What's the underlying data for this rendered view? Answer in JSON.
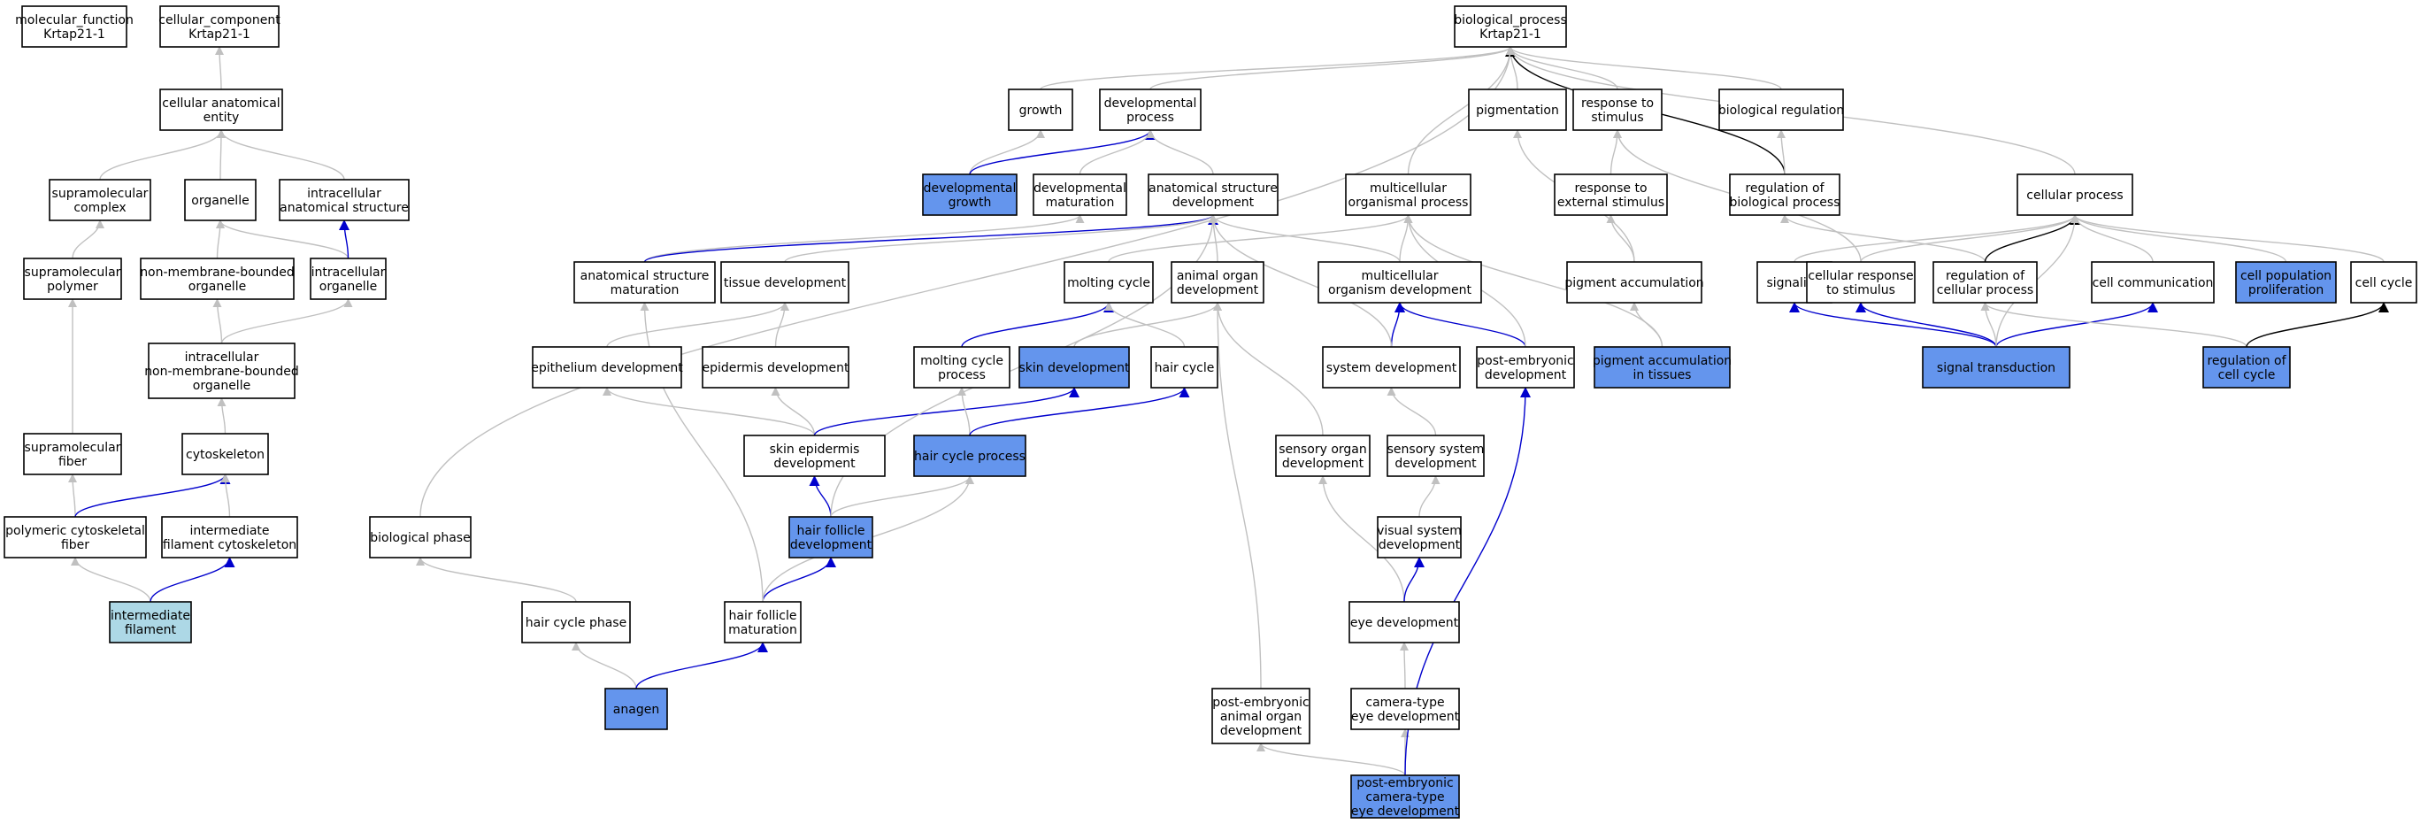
{
  "colors": {
    "plain": "#ffffff",
    "highlight": "#6495ed",
    "light": "#add8e6",
    "edge_gray": "#c0c0c0",
    "edge_blue": "#0000cd",
    "edge_black": "#000000"
  },
  "nodes": [
    {
      "id": "mf",
      "lines": [
        "molecular_function",
        "Krtap21-1"
      ],
      "fill": "plain"
    },
    {
      "id": "cc",
      "lines": [
        "cellular_component",
        "Krtap21-1"
      ],
      "fill": "plain"
    },
    {
      "id": "bp",
      "lines": [
        "biological_process",
        "Krtap21-1"
      ],
      "fill": "plain"
    },
    {
      "id": "cae",
      "lines": [
        "cellular anatomical",
        "entity"
      ],
      "fill": "plain"
    },
    {
      "id": "smc",
      "lines": [
        "supramolecular",
        "complex"
      ],
      "fill": "plain"
    },
    {
      "id": "org",
      "lines": [
        "organelle"
      ],
      "fill": "plain"
    },
    {
      "id": "ias",
      "lines": [
        "intracellular",
        "anatomical structure"
      ],
      "fill": "plain"
    },
    {
      "id": "smp",
      "lines": [
        "supramolecular",
        "polymer"
      ],
      "fill": "plain"
    },
    {
      "id": "nmbo",
      "lines": [
        "non-membrane-bounded",
        "organelle"
      ],
      "fill": "plain"
    },
    {
      "id": "io",
      "lines": [
        "intracellular",
        "organelle"
      ],
      "fill": "plain"
    },
    {
      "id": "inmbo",
      "lines": [
        "intracellular",
        "non-membrane-bounded",
        "organelle"
      ],
      "fill": "plain"
    },
    {
      "id": "smf",
      "lines": [
        "supramolecular",
        "fiber"
      ],
      "fill": "plain"
    },
    {
      "id": "cyto",
      "lines": [
        "cytoskeleton"
      ],
      "fill": "plain"
    },
    {
      "id": "pcf",
      "lines": [
        "polymeric cytoskeletal",
        "fiber"
      ],
      "fill": "plain"
    },
    {
      "id": "ifc",
      "lines": [
        "intermediate",
        "filament cytoskeleton"
      ],
      "fill": "plain"
    },
    {
      "id": "if",
      "lines": [
        "intermediate",
        "filament"
      ],
      "fill": "light"
    },
    {
      "id": "growth",
      "lines": [
        "growth"
      ],
      "fill": "plain"
    },
    {
      "id": "devp",
      "lines": [
        "developmental",
        "process"
      ],
      "fill": "plain"
    },
    {
      "id": "pig",
      "lines": [
        "pigmentation"
      ],
      "fill": "plain"
    },
    {
      "id": "rts",
      "lines": [
        "response to",
        "stimulus"
      ],
      "fill": "plain"
    },
    {
      "id": "br",
      "lines": [
        "biological regulation"
      ],
      "fill": "plain"
    },
    {
      "id": "dg",
      "lines": [
        "developmental",
        "growth"
      ],
      "fill": "highlight"
    },
    {
      "id": "dm",
      "lines": [
        "developmental",
        "maturation"
      ],
      "fill": "plain"
    },
    {
      "id": "asd",
      "lines": [
        "anatomical structure",
        "development"
      ],
      "fill": "plain"
    },
    {
      "id": "mop",
      "lines": [
        "multicellular",
        "organismal process"
      ],
      "fill": "plain"
    },
    {
      "id": "rtes",
      "lines": [
        "response to",
        "external stimulus"
      ],
      "fill": "plain"
    },
    {
      "id": "rbp",
      "lines": [
        "regulation of",
        "biological process"
      ],
      "fill": "plain"
    },
    {
      "id": "cp",
      "lines": [
        "cellular process"
      ],
      "fill": "plain"
    },
    {
      "id": "asm",
      "lines": [
        "anatomical structure",
        "maturation"
      ],
      "fill": "plain"
    },
    {
      "id": "td",
      "lines": [
        "tissue development"
      ],
      "fill": "plain"
    },
    {
      "id": "mc",
      "lines": [
        "molting cycle"
      ],
      "fill": "plain"
    },
    {
      "id": "aod",
      "lines": [
        "animal organ",
        "development"
      ],
      "fill": "plain"
    },
    {
      "id": "mod",
      "lines": [
        "multicellular",
        "organism development"
      ],
      "fill": "plain"
    },
    {
      "id": "pa",
      "lines": [
        "pigment accumulation"
      ],
      "fill": "plain"
    },
    {
      "id": "sig",
      "lines": [
        "signaling"
      ],
      "fill": "plain"
    },
    {
      "id": "crs",
      "lines": [
        "cellular response",
        "to stimulus"
      ],
      "fill": "plain"
    },
    {
      "id": "rcp",
      "lines": [
        "regulation of",
        "cellular process"
      ],
      "fill": "plain"
    },
    {
      "id": "cc2",
      "lines": [
        "cell communication"
      ],
      "fill": "plain"
    },
    {
      "id": "cpp",
      "lines": [
        "cell population",
        "proliferation"
      ],
      "fill": "highlight"
    },
    {
      "id": "ccyc",
      "lines": [
        "cell cycle"
      ],
      "fill": "plain"
    },
    {
      "id": "ed",
      "lines": [
        "epithelium development"
      ],
      "fill": "plain"
    },
    {
      "id": "epd",
      "lines": [
        "epidermis development"
      ],
      "fill": "plain"
    },
    {
      "id": "mcp",
      "lines": [
        "molting cycle",
        "process"
      ],
      "fill": "plain"
    },
    {
      "id": "skd",
      "lines": [
        "skin development"
      ],
      "fill": "highlight"
    },
    {
      "id": "hc",
      "lines": [
        "hair cycle"
      ],
      "fill": "plain"
    },
    {
      "id": "sd",
      "lines": [
        "system development"
      ],
      "fill": "plain"
    },
    {
      "id": "ped",
      "lines": [
        "post-embryonic",
        "development"
      ],
      "fill": "plain"
    },
    {
      "id": "pait",
      "lines": [
        "pigment accumulation",
        "in tissues"
      ],
      "fill": "highlight"
    },
    {
      "id": "st",
      "lines": [
        "signal transduction"
      ],
      "fill": "highlight"
    },
    {
      "id": "rcc",
      "lines": [
        "regulation of",
        "cell cycle"
      ],
      "fill": "highlight"
    },
    {
      "id": "sed",
      "lines": [
        "skin epidermis",
        "development"
      ],
      "fill": "plain"
    },
    {
      "id": "hcp",
      "lines": [
        "hair cycle process"
      ],
      "fill": "highlight"
    },
    {
      "id": "sod",
      "lines": [
        "sensory organ",
        "development"
      ],
      "fill": "plain"
    },
    {
      "id": "ssd",
      "lines": [
        "sensory system",
        "development"
      ],
      "fill": "plain"
    },
    {
      "id": "bph",
      "lines": [
        "biological phase"
      ],
      "fill": "plain"
    },
    {
      "id": "hfd",
      "lines": [
        "hair follicle",
        "development"
      ],
      "fill": "highlight"
    },
    {
      "id": "vsd",
      "lines": [
        "visual system",
        "development"
      ],
      "fill": "plain"
    },
    {
      "id": "hcph",
      "lines": [
        "hair cycle phase"
      ],
      "fill": "plain"
    },
    {
      "id": "hfm",
      "lines": [
        "hair follicle",
        "maturation"
      ],
      "fill": "plain"
    },
    {
      "id": "eyed",
      "lines": [
        "eye development"
      ],
      "fill": "plain"
    },
    {
      "id": "anagen",
      "lines": [
        "anagen"
      ],
      "fill": "highlight"
    },
    {
      "id": "peaod",
      "lines": [
        "post-embryonic",
        "animal organ",
        "development"
      ],
      "fill": "plain"
    },
    {
      "id": "cted",
      "lines": [
        "camera-type",
        "eye development"
      ],
      "fill": "plain"
    },
    {
      "id": "pected",
      "lines": [
        "post-embryonic",
        "camera-type",
        "eye development"
      ],
      "fill": "highlight"
    }
  ],
  "edges": [
    {
      "from": "cae",
      "to": "cc",
      "color": "edge_gray"
    },
    {
      "from": "smc",
      "to": "cae",
      "color": "edge_gray"
    },
    {
      "from": "org",
      "to": "cae",
      "color": "edge_gray"
    },
    {
      "from": "ias",
      "to": "cae",
      "color": "edge_gray"
    },
    {
      "from": "smp",
      "to": "smc",
      "color": "edge_gray"
    },
    {
      "from": "nmbo",
      "to": "org",
      "color": "edge_gray"
    },
    {
      "from": "io",
      "to": "org",
      "color": "edge_gray"
    },
    {
      "from": "io",
      "to": "ias",
      "color": "edge_blue"
    },
    {
      "from": "inmbo",
      "to": "nmbo",
      "color": "edge_gray"
    },
    {
      "from": "inmbo",
      "to": "io",
      "color": "edge_gray"
    },
    {
      "from": "smf",
      "to": "smp",
      "color": "edge_gray"
    },
    {
      "from": "cyto",
      "to": "inmbo",
      "color": "edge_gray"
    },
    {
      "from": "pcf",
      "to": "smf",
      "color": "edge_gray"
    },
    {
      "from": "pcf",
      "to": "cyto",
      "color": "edge_blue"
    },
    {
      "from": "ifc",
      "to": "cyto",
      "color": "edge_gray"
    },
    {
      "from": "if",
      "to": "pcf",
      "color": "edge_gray"
    },
    {
      "from": "if",
      "to": "ifc",
      "color": "edge_blue"
    },
    {
      "from": "growth",
      "to": "bp",
      "color": "edge_gray"
    },
    {
      "from": "devp",
      "to": "bp",
      "color": "edge_gray"
    },
    {
      "from": "pig",
      "to": "bp",
      "color": "edge_gray"
    },
    {
      "from": "rts",
      "to": "bp",
      "color": "edge_gray"
    },
    {
      "from": "br",
      "to": "bp",
      "color": "edge_gray"
    },
    {
      "from": "rbp",
      "to": "bp",
      "color": "edge_black"
    },
    {
      "from": "rbp",
      "to": "br",
      "color": "edge_gray"
    },
    {
      "from": "cp",
      "to": "bp",
      "color": "edge_gray"
    },
    {
      "from": "mop",
      "to": "bp",
      "color": "edge_gray"
    },
    {
      "from": "bph",
      "to": "bp",
      "color": "edge_gray"
    },
    {
      "from": "dg",
      "to": "growth",
      "color": "edge_gray"
    },
    {
      "from": "dg",
      "to": "devp",
      "color": "edge_blue"
    },
    {
      "from": "dm",
      "to": "devp",
      "color": "edge_gray"
    },
    {
      "from": "asd",
      "to": "devp",
      "color": "edge_gray"
    },
    {
      "from": "asm",
      "to": "dm",
      "color": "edge_gray"
    },
    {
      "from": "asm",
      "to": "asd",
      "color": "edge_blue"
    },
    {
      "from": "td",
      "to": "asd",
      "color": "edge_gray"
    },
    {
      "from": "aod",
      "to": "asd",
      "color": "edge_gray"
    },
    {
      "from": "mod",
      "to": "asd",
      "color": "edge_gray"
    },
    {
      "from": "mod",
      "to": "mop",
      "color": "edge_gray"
    },
    {
      "from": "mc",
      "to": "mop",
      "color": "edge_gray"
    },
    {
      "from": "rtes",
      "to": "rts",
      "color": "edge_gray"
    },
    {
      "from": "pa",
      "to": "pig",
      "color": "edge_gray"
    },
    {
      "from": "pa",
      "to": "rtes",
      "color": "edge_gray"
    },
    {
      "from": "sig",
      "to": "cp",
      "color": "edge_gray"
    },
    {
      "from": "crs",
      "to": "rts",
      "color": "edge_gray"
    },
    {
      "from": "crs",
      "to": "cp",
      "color": "edge_gray"
    },
    {
      "from": "rcp",
      "to": "rbp",
      "color": "edge_gray"
    },
    {
      "from": "rcp",
      "to": "cp",
      "color": "edge_black"
    },
    {
      "from": "cc2",
      "to": "cp",
      "color": "edge_gray"
    },
    {
      "from": "cpp",
      "to": "cp",
      "color": "edge_gray"
    },
    {
      "from": "ccyc",
      "to": "cp",
      "color": "edge_gray"
    },
    {
      "from": "ed",
      "to": "td",
      "color": "edge_gray"
    },
    {
      "from": "epd",
      "to": "td",
      "color": "edge_gray"
    },
    {
      "from": "mcp",
      "to": "mc",
      "color": "edge_blue"
    },
    {
      "from": "hc",
      "to": "mc",
      "color": "edge_gray"
    },
    {
      "from": "skd",
      "to": "aod",
      "color": "edge_gray"
    },
    {
      "from": "sd",
      "to": "mod",
      "color": "edge_blue"
    },
    {
      "from": "sd",
      "to": "asd",
      "color": "edge_gray"
    },
    {
      "from": "ped",
      "to": "mod",
      "color": "edge_blue"
    },
    {
      "from": "ped",
      "to": "mop",
      "color": "edge_gray"
    },
    {
      "from": "pait",
      "to": "pa",
      "color": "edge_gray"
    },
    {
      "from": "pait",
      "to": "mop",
      "color": "edge_gray"
    },
    {
      "from": "st",
      "to": "sig",
      "color": "edge_blue"
    },
    {
      "from": "st",
      "to": "crs",
      "color": "edge_blue"
    },
    {
      "from": "st",
      "to": "rcp",
      "color": "edge_gray"
    },
    {
      "from": "st",
      "to": "cc2",
      "color": "edge_blue"
    },
    {
      "from": "st",
      "to": "cp",
      "color": "edge_gray"
    },
    {
      "from": "rcc",
      "to": "rcp",
      "color": "edge_gray"
    },
    {
      "from": "rcc",
      "to": "ccyc",
      "color": "edge_black"
    },
    {
      "from": "sed",
      "to": "ed",
      "color": "edge_gray"
    },
    {
      "from": "sed",
      "to": "epd",
      "color": "edge_gray"
    },
    {
      "from": "sed",
      "to": "skd",
      "color": "edge_blue"
    },
    {
      "from": "hcp",
      "to": "mcp",
      "color": "edge_gray"
    },
    {
      "from": "hcp",
      "to": "hc",
      "color": "edge_blue"
    },
    {
      "from": "sod",
      "to": "aod",
      "color": "edge_gray"
    },
    {
      "from": "ssd",
      "to": "sd",
      "color": "edge_gray"
    },
    {
      "from": "hfd",
      "to": "sed",
      "color": "edge_blue"
    },
    {
      "from": "hfd",
      "to": "hcp",
      "color": "edge_gray"
    },
    {
      "from": "hfd",
      "to": "asd",
      "color": "edge_gray"
    },
    {
      "from": "vsd",
      "to": "ssd",
      "color": "edge_gray"
    },
    {
      "from": "hcph",
      "to": "bph",
      "color": "edge_gray"
    },
    {
      "from": "hfm",
      "to": "hfd",
      "color": "edge_blue"
    },
    {
      "from": "hfm",
      "to": "asm",
      "color": "edge_gray"
    },
    {
      "from": "hfm",
      "to": "hcp",
      "color": "edge_gray"
    },
    {
      "from": "eyed",
      "to": "sod",
      "color": "edge_gray"
    },
    {
      "from": "eyed",
      "to": "vsd",
      "color": "edge_blue"
    },
    {
      "from": "anagen",
      "to": "hcph",
      "color": "edge_gray"
    },
    {
      "from": "anagen",
      "to": "hfm",
      "color": "edge_blue"
    },
    {
      "from": "peaod",
      "to": "aod",
      "color": "edge_gray"
    },
    {
      "from": "cted",
      "to": "eyed",
      "color": "edge_gray"
    },
    {
      "from": "pected",
      "to": "cted",
      "color": "edge_gray"
    },
    {
      "from": "pected",
      "to": "peaod",
      "color": "edge_gray"
    },
    {
      "from": "pected",
      "to": "ped",
      "color": "edge_blue"
    }
  ]
}
